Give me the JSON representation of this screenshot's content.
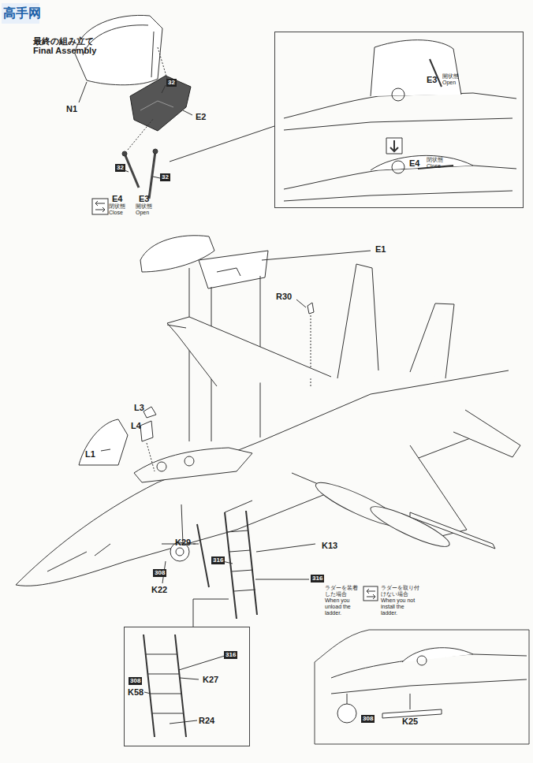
{
  "diagram": {
    "title": "最終の組み立て Final Assembly",
    "nodes": [
      {
        "text": [
          "32"
        ]
      },
      {
        "text": [
          "32"
        ]
      },
      {
        "text": [
          "32"
        ]
      },
      {
        "text": [
          "E3",
          "開状態 Open",
          "E4",
          "閉状態 Close"
        ]
      },
      {
        "text": [
          "316"
        ]
      },
      {
        "text": [
          "316"
        ]
      },
      {
        "text": [
          "308"
        ]
      },
      {
        "text": [
          "K27",
          "K58",
          "R24"
        ]
      },
      {
        "text": [
          "316"
        ],
        "in": 7
      },
      {
        "text": [
          "308"
        ],
        "in": 7
      },
      {
        "text": [
          "K25"
        ]
      },
      {
        "text": [
          "308"
        ],
        "in": 10
      }
    ],
    "labels": [
      "高手网",
      "N1",
      "E2",
      "E4",
      "閉状態 Close",
      "E3",
      "開状態 Open",
      "E1",
      "R30",
      "L3",
      "L4",
      "L1",
      "K13",
      "K29",
      "K22",
      "ラダーを装着した場合 When you unload the ladder.",
      "ラダーを取り付けない場合 When you not install the ladder."
    ]
  }
}
